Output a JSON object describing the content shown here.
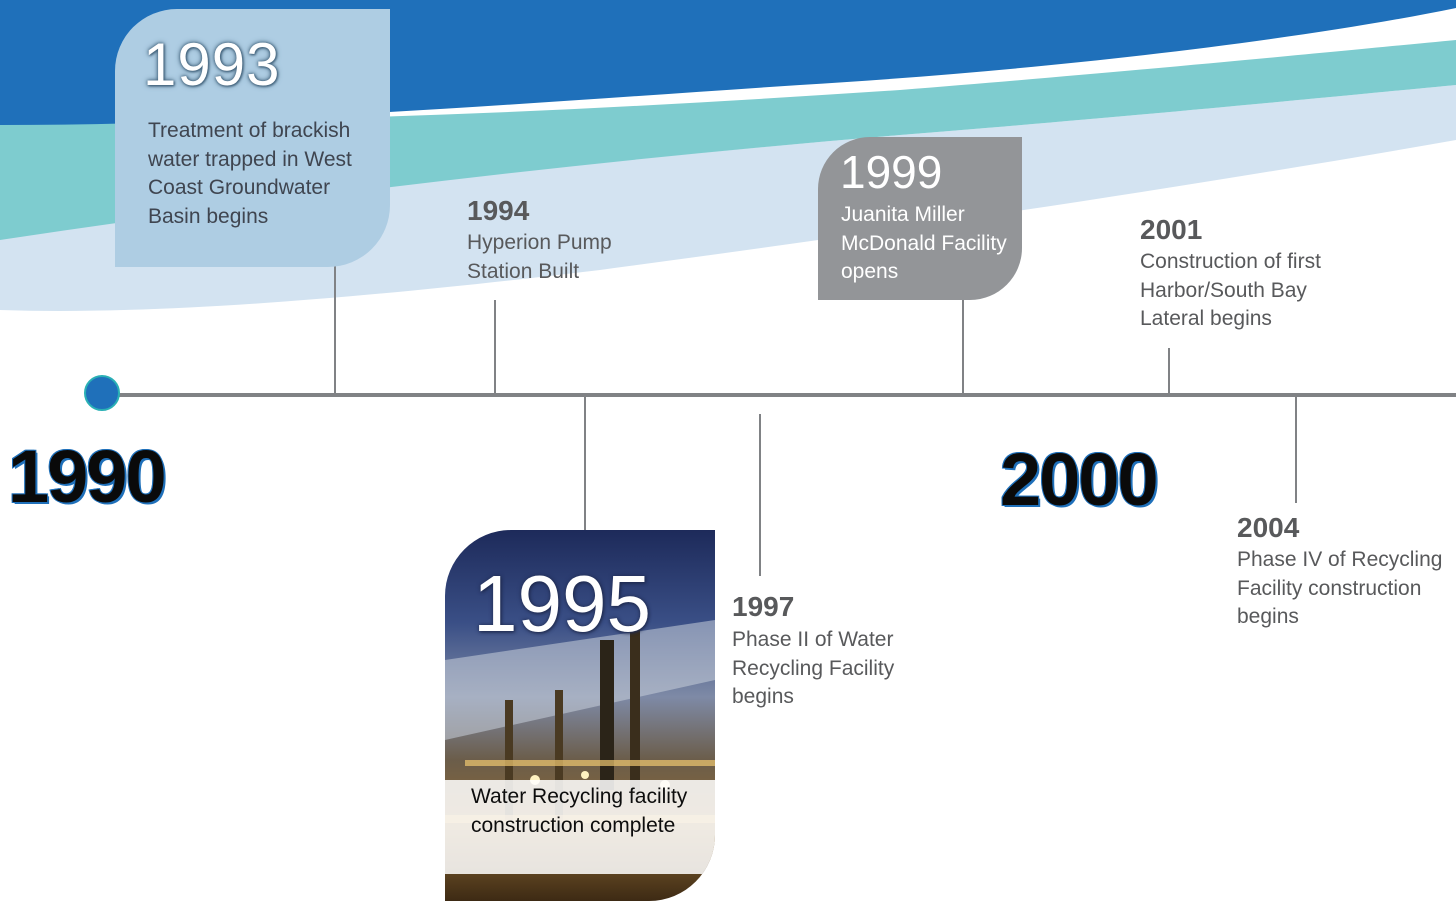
{
  "colors": {
    "wave_blue": "#1f70ba",
    "wave_teal": "#7ecccf",
    "wave_light": "#d3e3f1",
    "axis_gray": "#808285",
    "card_1993": "#aecde3",
    "card_1999": "#939598",
    "text_gray": "#58595b"
  },
  "decades": {
    "start": "1990",
    "mid": "2000"
  },
  "events": {
    "e1993": {
      "year": "1993",
      "text": "Treatment of brackish water trapped in West Coast Groundwater Basin begins"
    },
    "e1994": {
      "year": "1994",
      "text": "Hyperion Pump Station Built"
    },
    "e1995": {
      "year": "1995",
      "text": "Water Recycling facility construction complete"
    },
    "e1997": {
      "year": "1997",
      "text": "Phase II of Water Recycling Facility begins"
    },
    "e1999": {
      "year": "1999",
      "text": "Juanita Miller McDonald Facility opens"
    },
    "e2001": {
      "year": "2001",
      "text": "Construction of first Harbor/South Bay Lateral begins"
    },
    "e2004": {
      "year": "2004",
      "text": "Phase IV of Recycling Facility construction begins"
    }
  }
}
